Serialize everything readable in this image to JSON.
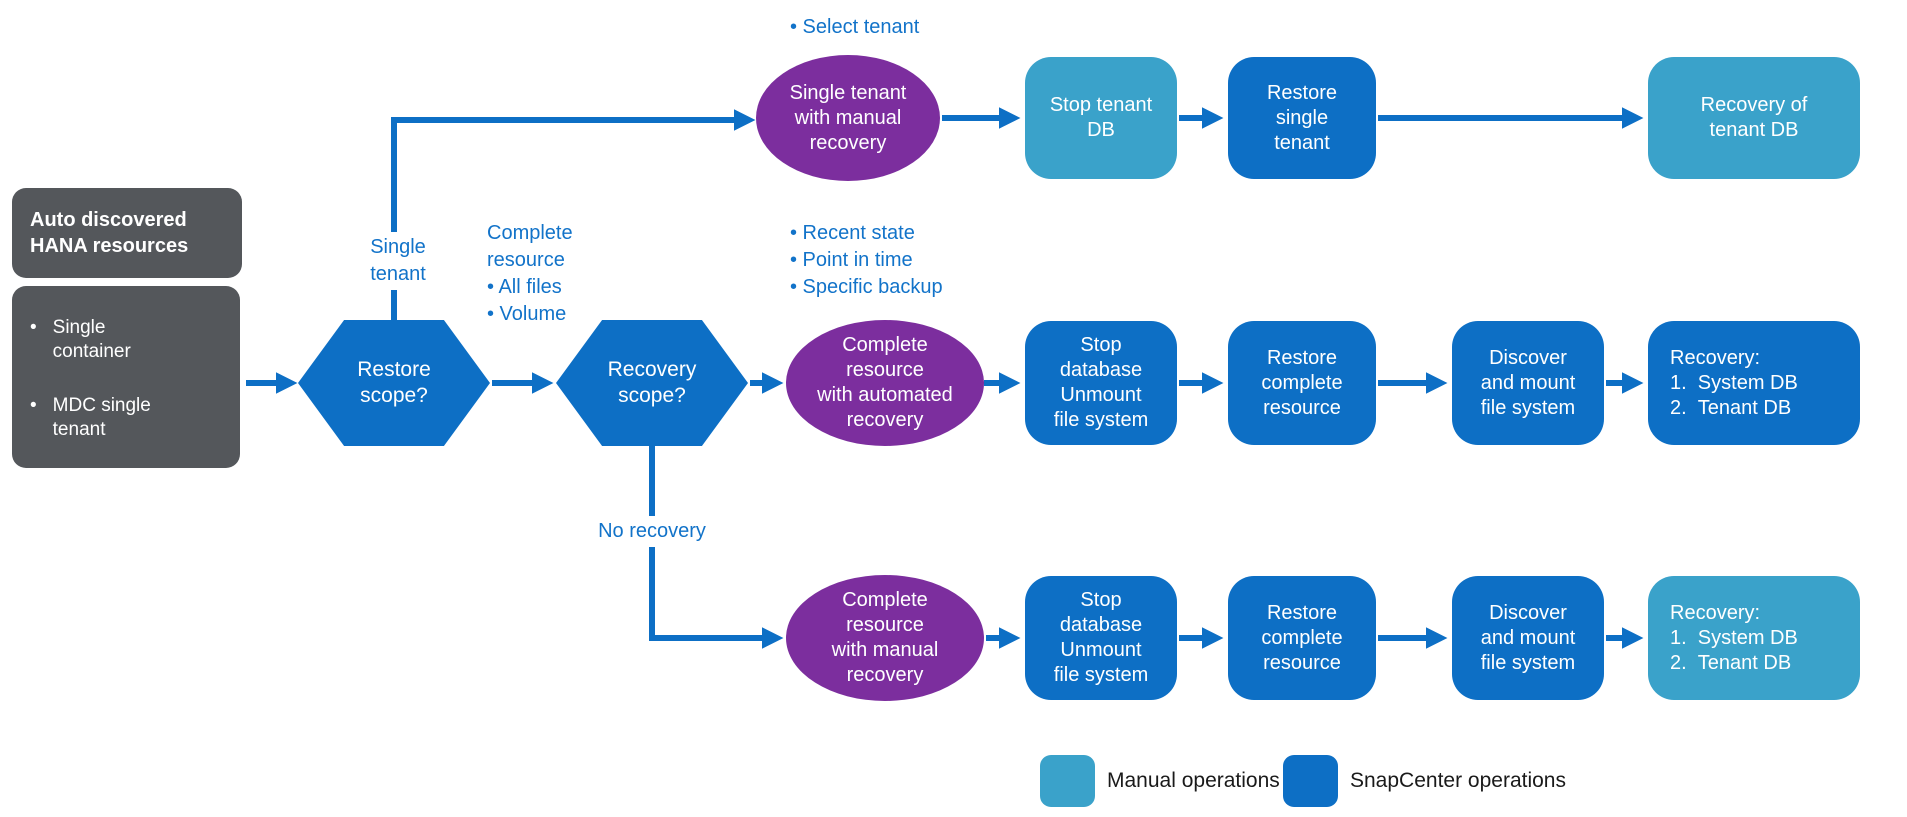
{
  "colors": {
    "snapcenter_dark_blue": "#0d6fc5",
    "manual_light_blue": "#3aa2ca",
    "decision_purple": "#7c2e9e",
    "source_gray": "#54575b",
    "label_blue": "#1273c9",
    "legend_text": "#1a1a1a"
  },
  "left_panel": {
    "title": "Auto discovered\nHANA resources",
    "bullet_char": "•",
    "bullets": [
      "Single\ncontainer",
      "MDC single\ntenant"
    ]
  },
  "decisions": {
    "restore_scope": "Restore\nscope?",
    "recovery_scope": "Recovery\nscope?"
  },
  "branch_labels": {
    "select_tenant": "• Select tenant",
    "single_tenant": "Single\ntenant",
    "complete_resource": "Complete\nresource\n• All files\n• Volume",
    "recovery_options": "• Recent state\n• Point in time\n• Specific backup",
    "no_recovery": "No recovery"
  },
  "rows": {
    "top": {
      "ellipse": "Single tenant\nwith manual\nrecovery",
      "steps": [
        {
          "label": "Stop tenant\nDB",
          "type": "manual"
        },
        {
          "label": "Restore\nsingle\ntenant",
          "type": "snapcenter"
        },
        {
          "label": "Recovery of\ntenant DB",
          "type": "manual"
        }
      ]
    },
    "middle": {
      "ellipse": "Complete\nresource\nwith automated\nrecovery",
      "steps": [
        {
          "label": "Stop\ndatabase\nUnmount\nfile system",
          "type": "snapcenter"
        },
        {
          "label": "Restore\ncomplete\nresource",
          "type": "snapcenter"
        },
        {
          "label": "Discover\nand mount\nfile system",
          "type": "snapcenter"
        },
        {
          "label": "Recovery:\n1.  System DB\n2.  Tenant DB",
          "type": "snapcenter"
        }
      ]
    },
    "bottom": {
      "ellipse": "Complete\nresource\nwith manual\nrecovery",
      "steps": [
        {
          "label": "Stop\ndatabase\nUnmount\nfile system",
          "type": "snapcenter"
        },
        {
          "label": "Restore\ncomplete\nresource",
          "type": "snapcenter"
        },
        {
          "label": "Discover\nand mount\nfile system",
          "type": "snapcenter"
        },
        {
          "label": "Recovery:\n1.  System DB\n2.  Tenant DB",
          "type": "manual"
        }
      ]
    }
  },
  "legend": {
    "manual_label": "Manual operations",
    "snapcenter_label": "SnapCenter operations"
  }
}
